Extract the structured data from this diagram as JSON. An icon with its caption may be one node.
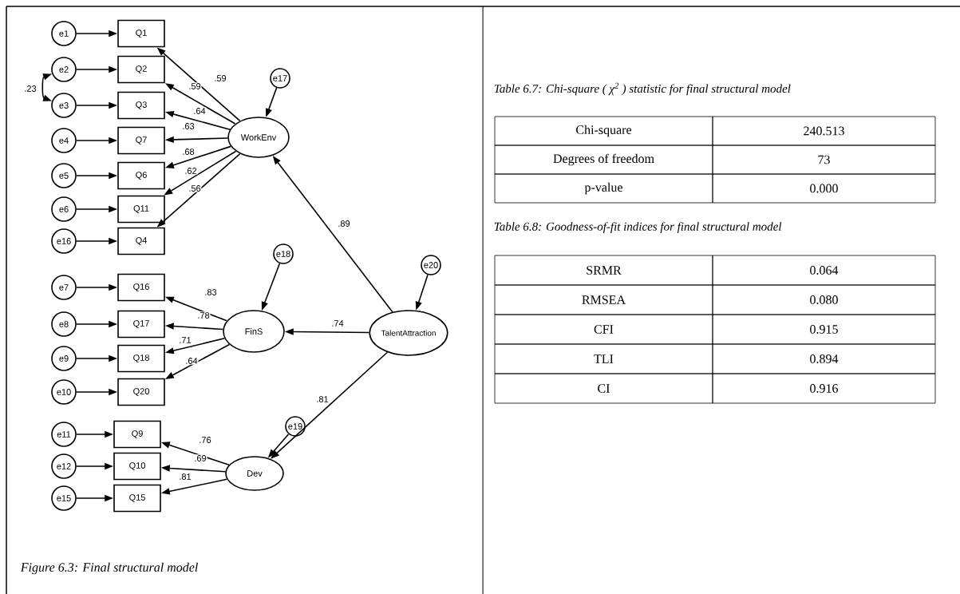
{
  "diagram": {
    "caption": "Figure 6.3: Final structural model",
    "nodes": [
      {
        "text": [
          "e1"
        ]
      },
      {
        "text": [
          "Q1"
        ]
      },
      {
        "text": [
          "e2"
        ]
      },
      {
        "text": [
          "Q2"
        ]
      },
      {
        "text": [
          "e3"
        ]
      },
      {
        "text": [
          "Q3"
        ]
      },
      {
        "text": [
          "e4"
        ]
      },
      {
        "text": [
          "Q7"
        ]
      },
      {
        "text": [
          "e5"
        ]
      },
      {
        "text": [
          "Q6"
        ]
      },
      {
        "text": [
          "e6"
        ]
      },
      {
        "text": [
          "Q11"
        ]
      },
      {
        "text": [
          "e16"
        ]
      },
      {
        "text": [
          "Q4"
        ]
      },
      {
        "text": [
          "e7"
        ]
      },
      {
        "text": [
          "Q16"
        ]
      },
      {
        "text": [
          "e8"
        ]
      },
      {
        "text": [
          "Q17"
        ]
      },
      {
        "text": [
          "e9"
        ]
      },
      {
        "text": [
          "Q18"
        ]
      },
      {
        "text": [
          "e10"
        ]
      },
      {
        "text": [
          "Q20"
        ]
      },
      {
        "text": [
          "e11"
        ]
      },
      {
        "text": [
          "Q9"
        ]
      },
      {
        "text": [
          "e12"
        ]
      },
      {
        "text": [
          "Q10"
        ]
      },
      {
        "text": [
          "e15"
        ]
      },
      {
        "text": [
          "Q15"
        ]
      },
      {
        "text": [
          "e17"
        ]
      },
      {
        "text": [
          "WorkEnv"
        ]
      },
      {
        "text": [
          "e18"
        ]
      },
      {
        "text": [
          "FinS"
        ]
      },
      {
        "text": [
          "e20"
        ]
      },
      {
        "text": [
          "TalentAttraction"
        ]
      },
      {
        "text": [
          "e19"
        ]
      },
      {
        "text": [
          "Dev"
        ]
      }
    ],
    "edges": [
      {
        "from": 0,
        "to": 1,
        "arrow": "to"
      },
      {
        "from": 2,
        "to": 3,
        "arrow": "to"
      },
      {
        "from": 4,
        "to": 5,
        "arrow": "to"
      },
      {
        "from": 6,
        "to": 7,
        "arrow": "to"
      },
      {
        "from": 8,
        "to": 9,
        "arrow": "to"
      },
      {
        "from": 10,
        "to": 11,
        "arrow": "to"
      },
      {
        "from": 12,
        "to": 13,
        "arrow": "to"
      },
      {
        "from": 14,
        "to": 15,
        "arrow": "to"
      },
      {
        "from": 16,
        "to": 17,
        "arrow": "to"
      },
      {
        "from": 18,
        "to": 19,
        "arrow": "to"
      },
      {
        "from": 20,
        "to": 21,
        "arrow": "to"
      },
      {
        "from": 22,
        "to": 23,
        "arrow": "to"
      },
      {
        "from": 24,
        "to": 25,
        "arrow": "to"
      },
      {
        "from": 26,
        "to": 27,
        "arrow": "to"
      },
      {
        "from": 2,
        "to": 4,
        "arrow": "both",
        "label": ".23"
      },
      {
        "from": 29,
        "to": 1,
        "arrow": "to",
        "label": ".59"
      },
      {
        "from": 29,
        "to": 3,
        "arrow": "to",
        "label": ".59"
      },
      {
        "from": 29,
        "to": 5,
        "arrow": "to",
        "label": ".64"
      },
      {
        "from": 29,
        "to": 7,
        "arrow": "to",
        "label": ".63"
      },
      {
        "from": 29,
        "to": 9,
        "arrow": "to",
        "label": ".68"
      },
      {
        "from": 29,
        "to": 11,
        "arrow": "to",
        "label": ".62"
      },
      {
        "from": 29,
        "to": 13,
        "arrow": "to",
        "label": ".56"
      },
      {
        "from": 31,
        "to": 15,
        "arrow": "to",
        "label": ".83"
      },
      {
        "from": 31,
        "to": 17,
        "arrow": "to",
        "label": ".78"
      },
      {
        "from": 31,
        "to": 19,
        "arrow": "to",
        "label": ".71"
      },
      {
        "from": 31,
        "to": 21,
        "arrow": "to",
        "label": ".64"
      },
      {
        "from": 35,
        "to": 23,
        "arrow": "to",
        "label": ".76"
      },
      {
        "from": 35,
        "to": 25,
        "arrow": "to",
        "label": ".69"
      },
      {
        "from": 35,
        "to": 27,
        "arrow": "to",
        "label": ".81"
      },
      {
        "from": 28,
        "to": 29,
        "arrow": "to"
      },
      {
        "from": 30,
        "to": 31,
        "arrow": "to"
      },
      {
        "from": 34,
        "to": 35,
        "arrow": "to"
      },
      {
        "from": 32,
        "to": 33,
        "arrow": "to"
      },
      {
        "from": 33,
        "to": 29,
        "arrow": "to",
        "label": ".89"
      },
      {
        "from": 33,
        "to": 31,
        "arrow": "to",
        "label": ".74"
      },
      {
        "from": 33,
        "to": 35,
        "arrow": "to",
        "label": ".81"
      }
    ],
    "labels": [
      "Table 6.7: Chi-square ( χ$^{2}$ ) statistic for final structural model",
      "Chi-square",
      "240.513",
      "Degrees of freedom",
      "73",
      "p-value",
      "0.000",
      "Table 6.8: Goodness-of-fit indices for final structural model",
      "SRMR",
      "0.064",
      "RMSEA",
      "0.080",
      "CFI",
      "0.915",
      "TLI",
      "0.894",
      "CI",
      "0.916"
    ]
  }
}
